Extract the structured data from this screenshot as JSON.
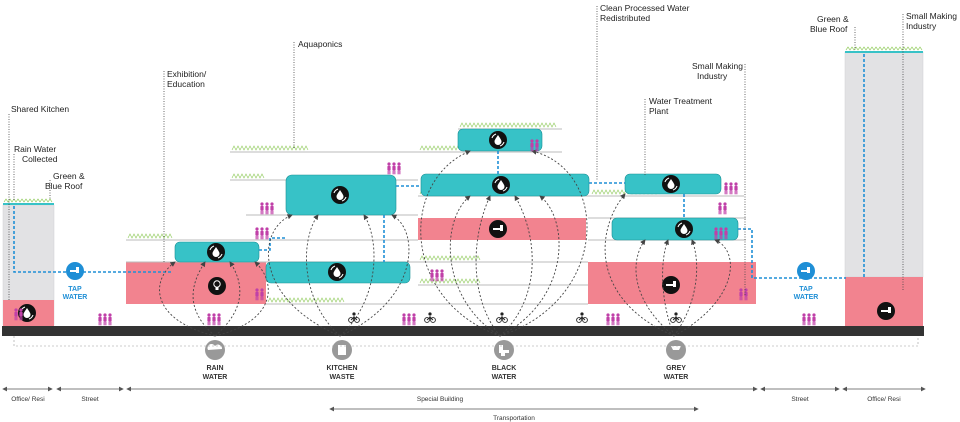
{
  "labels": {
    "shared_kitchen": "Shared Kitchen",
    "rain_collected_1": "Rain Water",
    "rain_collected_2": "Collected",
    "green_blue_left_1": "Green &",
    "green_blue_left_2": "Blue Roof",
    "exhibition_1": "Exhibition/",
    "exhibition_2": "Education",
    "aquaponics": "Aquaponics",
    "clean_water_1": "Clean Processed Water",
    "clean_water_2": "Redistributed",
    "water_treatment_1": "Water Treatment",
    "water_treatment_2": "Plant",
    "small_making_mid_1": "Small Making",
    "small_making_mid_2": "Industry",
    "green_blue_right_1": "Green &",
    "green_blue_right_2": "Blue Roof",
    "small_making_right_1": "Small Making",
    "small_making_right_2": "Industry"
  },
  "tap_water": {
    "line1": "TAP",
    "line2": "WATER"
  },
  "cycles": [
    {
      "line1": "RAIN",
      "line2": "WATER",
      "icon": "rain-cloud-icon"
    },
    {
      "line1": "KITCHEN",
      "line2": "WASTE",
      "icon": "waste-bin-icon"
    },
    {
      "line1": "BLACK",
      "line2": "WATER",
      "icon": "toilet-icon"
    },
    {
      "line1": "GREY",
      "line2": "WATER",
      "icon": "shower-icon"
    }
  ],
  "zones": {
    "office_resi_left": "Office/ Resi",
    "street_left": "Street",
    "special_building": "Special Building",
    "transportation": "Transportation",
    "street_right": "Street",
    "office_resi_right": "Office/ Resi"
  },
  "colors": {
    "tank": "#37c2c7",
    "program": "#f2838f",
    "pipe": "#1f8fd6",
    "people": "#c040a8",
    "ground": "#333333",
    "greenery": "#9acf6a"
  }
}
